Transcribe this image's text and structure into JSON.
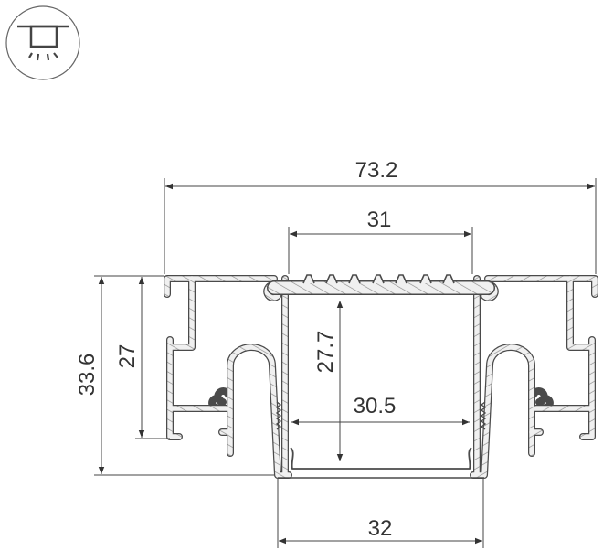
{
  "icon": {
    "name": "recessed-light-icon"
  },
  "dimensions": {
    "overall_width": "73.2",
    "top_opening": "31",
    "overall_height": "33.6",
    "frame_height": "27",
    "inner_height": "27.7",
    "inner_width": "30.5",
    "bottom_width": "32"
  },
  "colors": {
    "line": "#4a4a4a",
    "hatch": "#8a8a8a",
    "fill": "#f0f0f0"
  }
}
